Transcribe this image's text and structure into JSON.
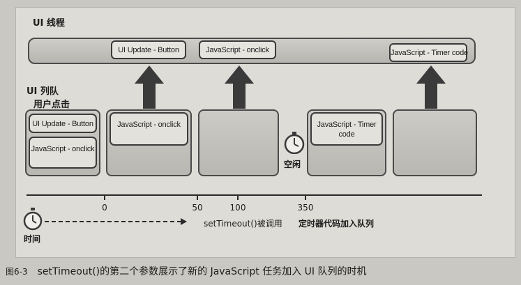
{
  "thread_label": "UI 线程",
  "queue_label": "UI 列队",
  "user_click_label": "用户点击",
  "thread_tasks": [
    "UI Update - Button",
    "JavaScript - onclick",
    "JavaScript - Timer code"
  ],
  "queue_items": {
    "slot1_top": "UI Update - Button",
    "slot1_bottom": "JavaScript - onclick",
    "slot2": "JavaScript - onclick",
    "slot4": "JavaScript - Timer code"
  },
  "idle_label": "空闲",
  "timeline": {
    "ticks": [
      "0",
      "50",
      "100",
      "350"
    ],
    "time_label": "时间",
    "settimeout_label": "setTimeout()被调用",
    "timer_label": "定时器代码加入队列"
  },
  "caption": {
    "number": "图6-3",
    "text": "setTimeout()的第二个参数展示了新的 JavaScript 任务加入 UI 队列的时机"
  }
}
